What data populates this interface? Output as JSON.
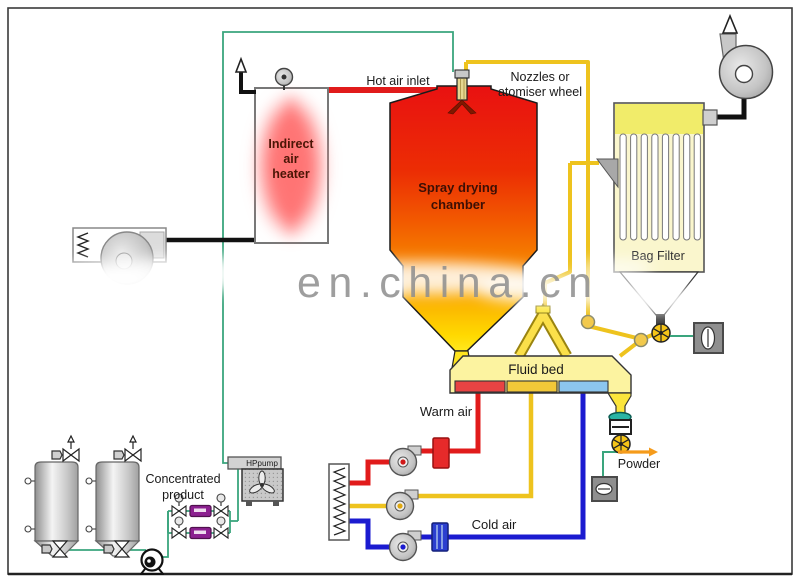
{
  "watermark": {
    "text": "en.china.cn"
  },
  "labels": {
    "hot_air_inlet": "Hot air inlet",
    "nozzles_line1": "Nozzles or",
    "nozzles_line2": "atomiser wheel",
    "heater_line1": "Indirect",
    "heater_line2": "air",
    "heater_line3": "heater",
    "chamber_line1": "Spray drying",
    "chamber_line2": "chamber",
    "bag_filter": "Bag Filter",
    "fluid_bed": "Fluid bed",
    "warm_air": "Warm air",
    "cold_air": "Cold air",
    "powder": "Powder",
    "feed_line1": "Concentrated",
    "feed_line2": "product",
    "hp_pump": "HPpump"
  },
  "colors": {
    "hot_air_pipe": "#e11b1b",
    "exhaust_air_pipe": "#f2c21d",
    "cold_air_pipe": "#1b1bd0",
    "feed_line": "#3aa57d",
    "powder_arrow": "#f59b1b",
    "chamber_top": "#e91111",
    "chamber_bottom": "#ffe81e",
    "bag_filter_body": "#faf6cd",
    "bag_filter_top": "#f1ec6a",
    "fluid_bed_fill": "#fcf3a0",
    "fluid_bed_warm_section": "#e84343",
    "fluid_bed_mid_section": "#f2c838",
    "fluid_bed_cold_section": "#8cc6ee",
    "homogenizer": "#8c2090",
    "watermark_gray": "#8e8e8e"
  },
  "icons": [
    "supply-fan-icon",
    "heater-fan-icon",
    "exhaust-arrow-icon",
    "atomizer-icon",
    "spray-icon",
    "bag-filter-inlet-icon",
    "exhaust-fan-icon",
    "stack-arrow-icon",
    "rotary-valve-icon",
    "sieve-fan-icon",
    "vibrating-sifter-icon",
    "powder-blower-icon",
    "air-filter-icon",
    "fan-icon",
    "heater-element-icon",
    "cooler-element-icon",
    "feed-tank-icon",
    "valve-icon",
    "feed-pump-icon",
    "homogenizer-icon",
    "junction-node-icon"
  ]
}
